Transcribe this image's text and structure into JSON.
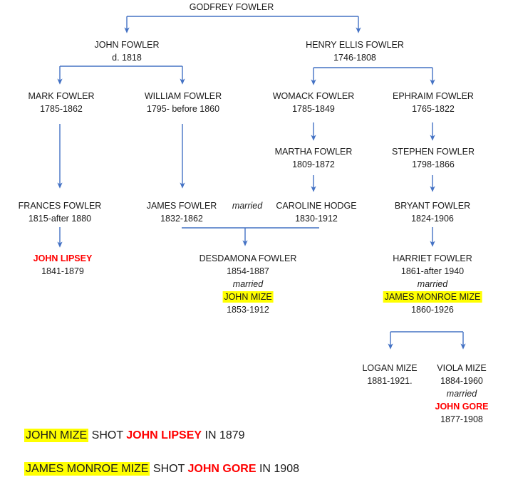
{
  "colors": {
    "connector_blue": "#4472C4",
    "name_red": "#FF0000",
    "highlight_yellow": "#FFFF00",
    "text": "#1a1a1a"
  },
  "tree": {
    "married_label": "married",
    "persons": {
      "godfrey": {
        "name": "GODFREY FOWLER"
      },
      "john": {
        "name": "JOHN FOWLER",
        "dates": "d. 1818"
      },
      "henry": {
        "name": "HENRY ELLIS FOWLER",
        "dates": "1746-1808"
      },
      "mark": {
        "name": "MARK FOWLER",
        "dates": "1785-1862"
      },
      "william": {
        "name": "WILLIAM FOWLER",
        "dates": "1795- before 1860"
      },
      "womack": {
        "name": "WOMACK FOWLER",
        "dates": "1785-1849"
      },
      "ephraim": {
        "name": "EPHRAIM FOWLER",
        "dates": "1765-1822"
      },
      "martha": {
        "name": "MARTHA FOWLER",
        "dates": "1809-1872"
      },
      "stephen": {
        "name": "STEPHEN FOWLER",
        "dates": "1798-1866"
      },
      "frances": {
        "name": "FRANCES FOWLER",
        "dates": "1815-after 1880"
      },
      "james": {
        "name": "JAMES FOWLER",
        "dates": "1832-1862"
      },
      "caroline": {
        "name": "CAROLINE HODGE",
        "dates": "1830-1912"
      },
      "bryant": {
        "name": "BRYANT FOWLER",
        "dates": "1824-1906"
      },
      "john_lipsey": {
        "name": "JOHN LIPSEY",
        "dates": "1841-1879"
      },
      "desdamona": {
        "name": "DESDAMONA FOWLER",
        "dates": "1854-1887",
        "married": "married",
        "spouse": "JOHN MIZE",
        "spouse_dates": "1853-1912"
      },
      "harriet": {
        "name": "HARRIET FOWLER",
        "dates": "1861-after 1940",
        "married": "married",
        "spouse": "JAMES MONROE MIZE",
        "spouse_dates": "1860-1926"
      },
      "logan": {
        "name": "LOGAN MIZE",
        "dates": "1881-1921."
      },
      "viola": {
        "name": "VIOLA MIZE",
        "dates": "1884-1960",
        "married": "married",
        "spouse": "JOHN GORE",
        "spouse_dates": "1877-1908"
      }
    }
  },
  "captions": {
    "line1": {
      "part1": "JOHN MIZE",
      "part2": " SHOT ",
      "part3": "JOHN LIPSEY",
      "part4": " IN 1879"
    },
    "line2": {
      "part1": "JAMES MONROE MIZE",
      "part2": " SHOT ",
      "part3": "JOHN GORE",
      "part4": " IN 1908"
    }
  }
}
